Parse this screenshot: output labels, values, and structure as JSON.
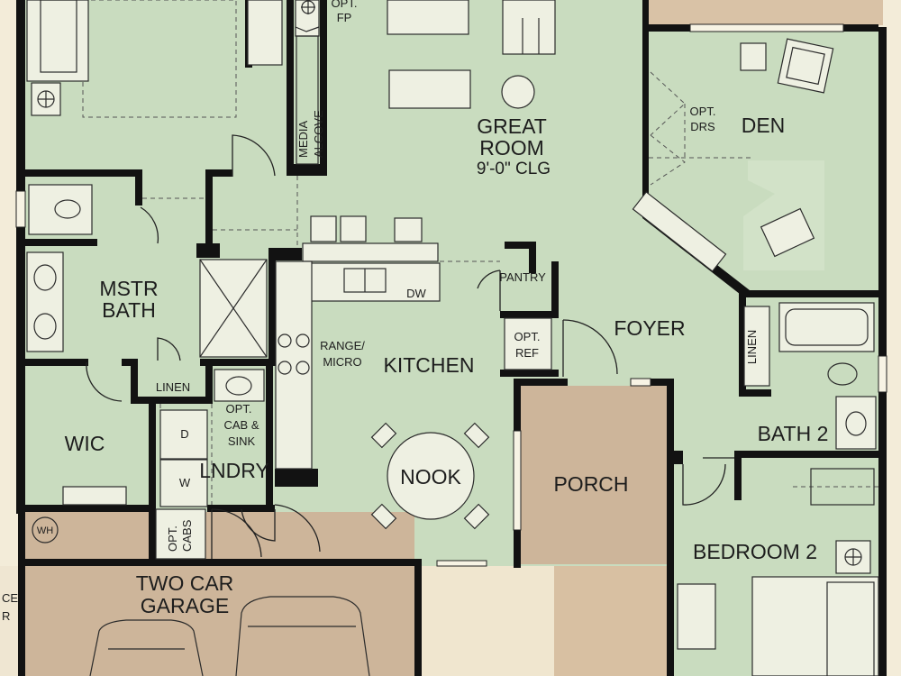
{
  "plan": {
    "colors": {
      "living": "#c9dcbf",
      "porch": "#cdb59a",
      "garage": "#cdb59a",
      "background": "#f3ecd9",
      "wall": "#121212"
    },
    "rooms": {
      "great_room": {
        "line1": "GREAT",
        "line2": "ROOM",
        "ceiling": "9'-0\" CLG"
      },
      "den": {
        "label": "DEN"
      },
      "opt_doors": {
        "line1": "OPT.",
        "line2": "DRS"
      },
      "opt_fireplace": {
        "line1": "OPT.",
        "line2": "FP"
      },
      "media_alcove": {
        "line1": "MEDIA",
        "line2": "ALCOVE"
      },
      "master_bath": {
        "line1": "MSTR",
        "line2": "BATH"
      },
      "pantry": {
        "label": "PANTRY"
      },
      "dishwasher": {
        "label": "DW"
      },
      "opt_ref": {
        "line1": "OPT.",
        "line2": "REF"
      },
      "range_micro": {
        "line1": "RANGE/",
        "line2": "MICRO"
      },
      "kitchen": {
        "label": "KITCHEN"
      },
      "foyer": {
        "label": "FOYER"
      },
      "linen_bath": {
        "label": "LINEN"
      },
      "linen_hall": {
        "label": "LINEN"
      },
      "wic": {
        "label": "WIC"
      },
      "opt_cab_sink": {
        "line1": "OPT.",
        "line2": "CAB &",
        "line3": "SINK"
      },
      "laundry": {
        "label": "LNDRY"
      },
      "washer": {
        "label": "W"
      },
      "dryer": {
        "label": "D"
      },
      "opt_cabs": {
        "line1": "OPT.",
        "line2": "CABS"
      },
      "water_heater": {
        "label": "WH"
      },
      "nook": {
        "label": "NOOK"
      },
      "porch": {
        "label": "PORCH"
      },
      "bath_2": {
        "label": "BATH 2"
      },
      "bedroom_2": {
        "label": "BEDROOM 2"
      },
      "garage": {
        "line1": "TWO CAR",
        "line2": "GARAGE"
      },
      "edge_partial": {
        "line1": "CE",
        "line2": "R"
      }
    }
  }
}
